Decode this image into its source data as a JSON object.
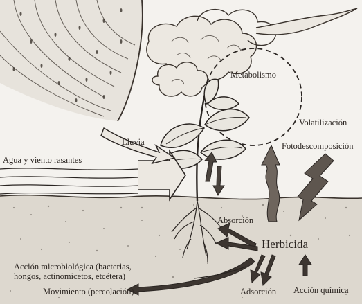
{
  "labels": {
    "metabolismo": "Metabolismo",
    "volatilizacion": "Volatilización",
    "fotodescomposicion": "Fotodescomposición",
    "lluvia": "Lluvia",
    "agua_viento": "Agua y viento rasantes",
    "absorcion": "Absorción",
    "herbicida": "Herbicida",
    "accion_micro": "Acción microbiológica (bacterias,\nhongos, actinomicetos, etcétera)",
    "movimiento": "Movimiento (percolación)",
    "adsorcion": "Adsorción",
    "accion_quimica": "Acción química"
  }
}
